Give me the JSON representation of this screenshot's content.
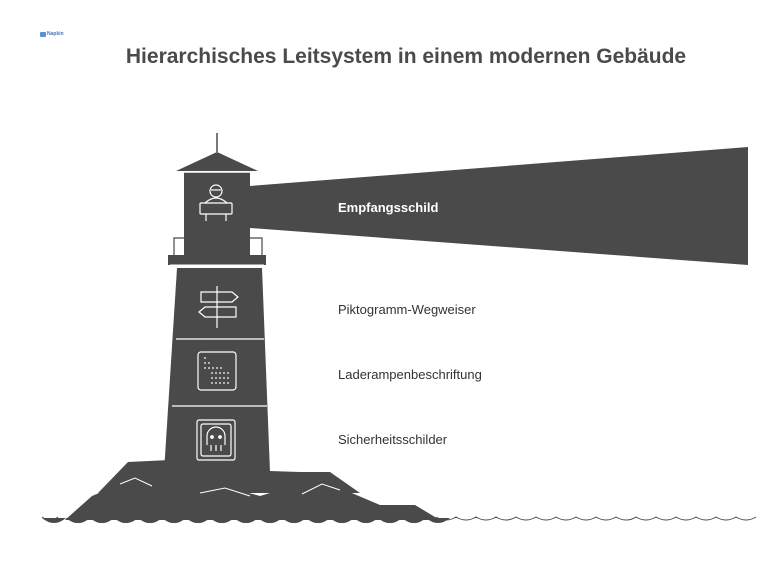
{
  "header": {
    "logo_text": "Napkin",
    "title": "Hierarchisches Leitsystem in einem modernen Gebäude"
  },
  "levels": [
    {
      "label": "Empfangsschild",
      "icon": "reception-person-icon",
      "highlighted": true
    },
    {
      "label": "Piktogramm-Wegweiser",
      "icon": "signpost-icon",
      "highlighted": false
    },
    {
      "label": "Laderampenbeschriftung",
      "icon": "dot-grid-icon",
      "highlighted": false
    },
    {
      "label": "Sicherheitsschilder",
      "icon": "safety-face-icon",
      "highlighted": false
    }
  ],
  "colors": {
    "tower": "#4a4a4a",
    "title": "#4a4a4a",
    "label": "#333333",
    "highlight_label": "#ffffff",
    "icon_stroke": "#ffffff"
  }
}
